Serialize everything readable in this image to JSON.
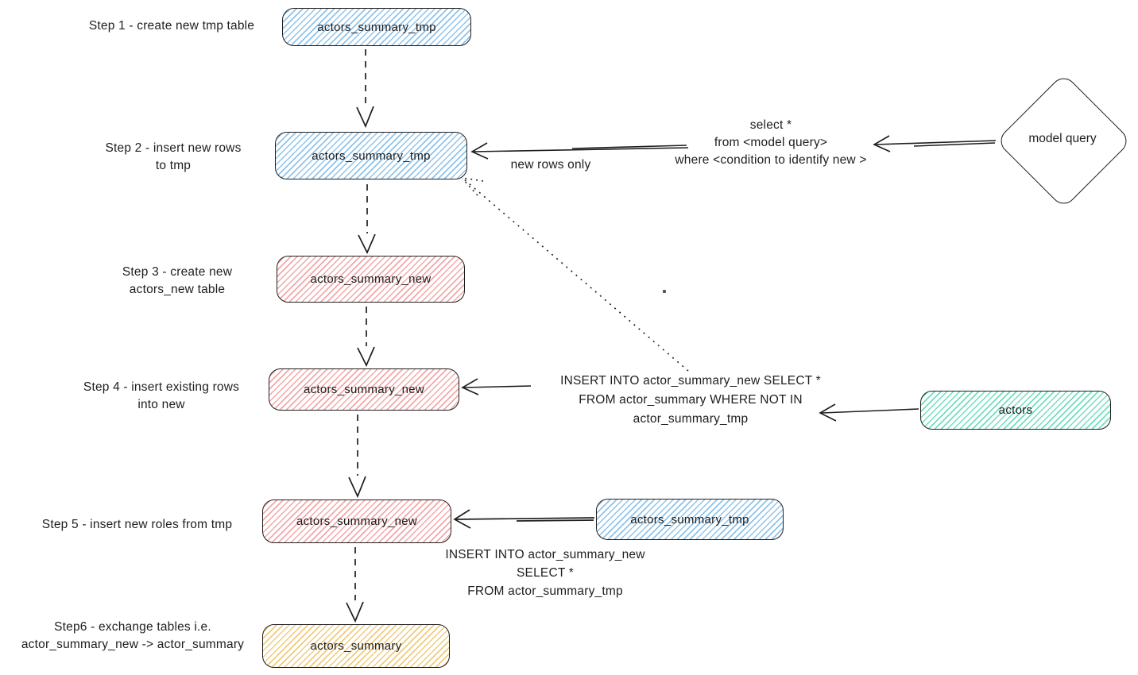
{
  "steps": [
    {
      "label_lines": [
        "Step 1 - create new tmp table",
        ""
      ],
      "node": "actors_summary_tmp"
    },
    {
      "label_lines": [
        "Step 2 - insert new rows",
        "to tmp"
      ],
      "node": "actors_summary_tmp"
    },
    {
      "label_lines": [
        "Step 3 - create new",
        "actors_new table"
      ],
      "node": "actors_summary_new"
    },
    {
      "label_lines": [
        "Step 4 - insert existing rows",
        "into new"
      ],
      "node": "actors_summary_new"
    },
    {
      "label_lines": [
        "Step 5 - insert new roles from tmp",
        ""
      ],
      "node": "actors_summary_new"
    },
    {
      "label_lines": [
        "Step6 - exchange tables i.e.",
        "actor_summary_new -> actor_summary"
      ],
      "node": "actors_summary"
    }
  ],
  "side_nodes": {
    "model_query": "model query",
    "actors": "actors",
    "tmp_source": "actors_summary_tmp"
  },
  "annotations": {
    "new_rows_only": "new rows only",
    "select_query_lines": [
      "select *",
      "from <model query>",
      "where <condition to identify new >"
    ],
    "insert_existing_lines": [
      "INSERT INTO actor_summary_new SELECT *",
      "FROM actor_summary WHERE NOT IN",
      "actor_summary_tmp"
    ],
    "insert_from_tmp_lines": [
      "INSERT INTO actor_summary_new",
      "SELECT *",
      "FROM actor_summary_tmp"
    ]
  },
  "colors": {
    "stroke": "#1e1e1e",
    "blue_hatch": "#8ec3ea",
    "red_hatch": "#f3a7a7",
    "green_hatch": "#6fdec0",
    "yellow_hatch": "#efcb7c",
    "background": "#ffffff"
  }
}
